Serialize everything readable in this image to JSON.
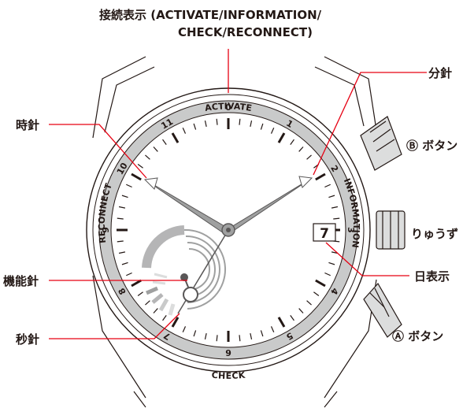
{
  "labels": {
    "connection_line1": "接続表示 (ACTIVATE/INFORMATION/",
    "connection_line2": "CHECK/RECONNECT)",
    "minute_hand": "分針",
    "hour_hand": "時針",
    "button_b": "Ⓑ ボタン",
    "crown": "りゅうず",
    "function_hand": "機能針",
    "date_display": "日表示",
    "second_hand": "秒針",
    "button_a": "Ⓐ ボタン"
  },
  "ring_labels": {
    "top": "ACTIVATE",
    "right": "INFORMATION",
    "bottom": "CHECK",
    "left": "RECONNECT"
  },
  "ring_numbers": [
    "0",
    "1",
    "2",
    "3",
    "4",
    "5",
    "6",
    "7",
    "8",
    "9",
    "10",
    "11"
  ],
  "date_value": "7",
  "colors": {
    "ink": "#231815",
    "ring": "#c9caca",
    "callout": "#e60012",
    "hand": "#9fa0a0"
  }
}
